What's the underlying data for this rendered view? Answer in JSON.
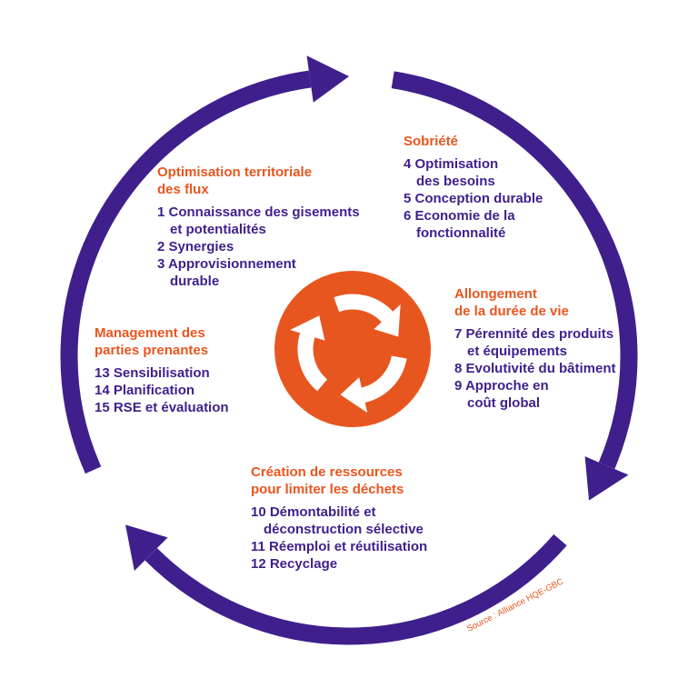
{
  "colors": {
    "purple": "#3f1f8c",
    "orange": "#e8561f"
  },
  "sections": {
    "territorial": {
      "title": [
        "Optimisation territoriale",
        "des flux"
      ],
      "items": [
        [
          "1 Connaissance des gisements",
          "et potentialités"
        ],
        [
          "2 Synergies"
        ],
        [
          "3 Approvisionnement",
          "durable"
        ]
      ]
    },
    "sobriete": {
      "title": [
        "Sobriété"
      ],
      "items": [
        [
          "4 Optimisation",
          "des besoins"
        ],
        [
          "5 Conception durable"
        ],
        [
          "6 Economie de la",
          "fonctionnalité"
        ]
      ]
    },
    "allongement": {
      "title": [
        "Allongement",
        "de la durée de vie"
      ],
      "items": [
        [
          "7 Pérennité des produits",
          "et équipements"
        ],
        [
          "8 Evolutivité du bâtiment"
        ],
        [
          "9 Approche en",
          "coût global"
        ]
      ]
    },
    "creation": {
      "title": [
        "Création de ressources",
        "pour limiter les déchets"
      ],
      "items": [
        [
          "10 Démontabilité  et",
          "déconstruction sélective"
        ],
        [
          "11 Réemploi et réutilisation"
        ],
        [
          "12 Recyclage"
        ]
      ]
    },
    "management": {
      "title": [
        "Management des",
        "parties prenantes"
      ],
      "items": [
        [
          "13 Sensibilisation"
        ],
        [
          "14 Planification"
        ],
        [
          "15 RSE et évaluation"
        ]
      ]
    }
  },
  "source": "Source : Alliance HQE-GBC",
  "icons": [
    "cycle-arrow-icon",
    "recycle-icon"
  ]
}
